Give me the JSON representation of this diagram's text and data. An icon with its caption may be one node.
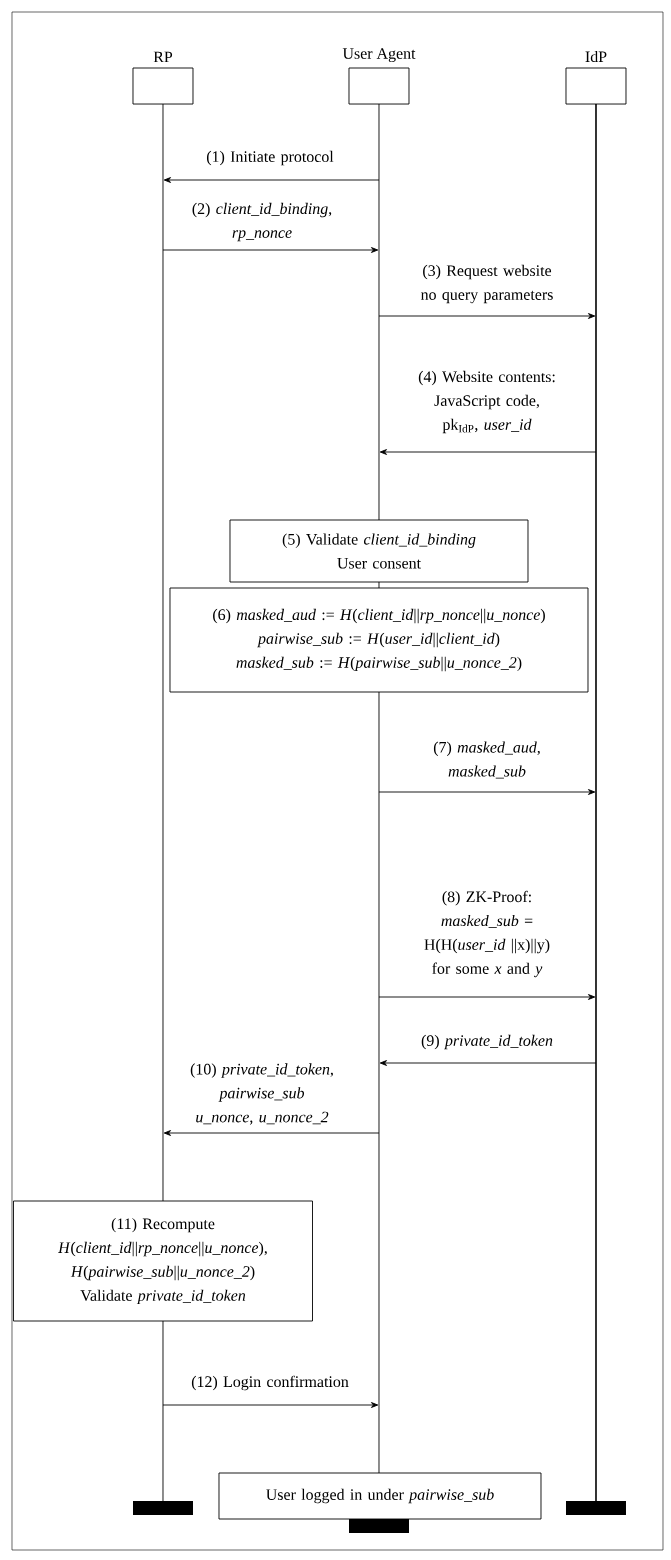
{
  "diagram": {
    "nodes": [
      {
        "text": [
          "RP"
        ]
      },
      {
        "text": [
          "User Agent"
        ]
      },
      {
        "text": [
          "IdP"
        ]
      },
      {
        "text": [
          "(5) Validate *client_id_binding*",
          "User consent"
        ]
      },
      {
        "text": [
          "(6) *masked_aud* := *H*(*client_id*||*rp_nonce*||*u_nonce*)",
          "*pairwise_sub* := *H*(*user_id*||*client_id*)",
          "*masked_sub* := *H*(*pairwise_sub*||*u_nonce_2*)"
        ]
      },
      {
        "text": [
          "(11) Recompute *H*(*client_id*||*rp_nonce*||*u_nonce*), *H*(*pairwise_sub*||*u_nonce_2*)",
          "Validate *private_id_token*"
        ]
      },
      {
        "text": [
          "User logged in under *pairwise_sub*"
        ]
      }
    ],
    "edges": [
      {
        "from": 1,
        "to": 0,
        "arrow": "to",
        "label": "(1) Initiate protocol"
      },
      {
        "from": 0,
        "to": 1,
        "arrow": "to",
        "label": "(2) *client_id_binding*, *rp_nonce*"
      },
      {
        "from": 1,
        "to": 2,
        "arrow": "to",
        "label": "(3) Request website no query parameters"
      },
      {
        "from": 2,
        "to": 1,
        "arrow": "to",
        "label": "(4) Website contents: JavaScript code, pk$_{IdP}$, *user_id*"
      },
      {
        "from": 1,
        "to": 2,
        "arrow": "to",
        "label": "(7) *masked_aud*, *masked_sub*"
      },
      {
        "from": 1,
        "to": 2,
        "arrow": "to",
        "label": "(8) ZK-Proof: *masked_sub* = H(H(*user_id* ||x)||y) for some *x* and *y*"
      },
      {
        "from": 2,
        "to": 1,
        "arrow": "to",
        "label": "(9) *private_id_token*"
      },
      {
        "from": 1,
        "to": 0,
        "arrow": "to",
        "label": "(10) *private_id_token*, *pairwise_sub* *u_nonce*, *u_nonce_2*"
      },
      {
        "from": 0,
        "to": 1,
        "arrow": "to",
        "label": "(12) Login confirmation"
      }
    ]
  }
}
